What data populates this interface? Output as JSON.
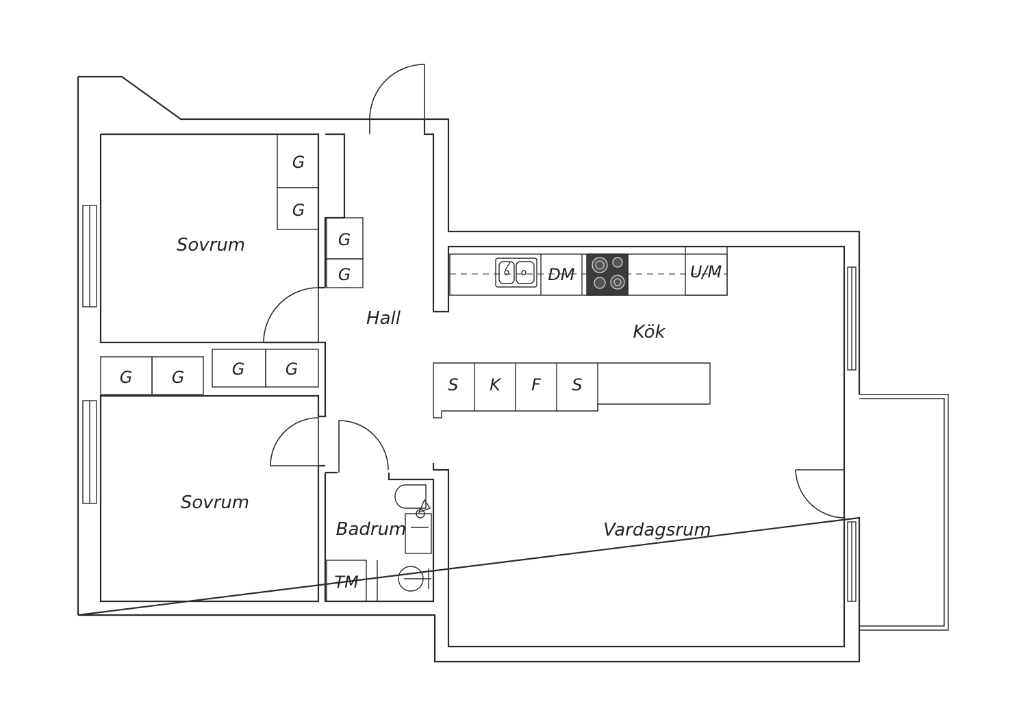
{
  "plan": {
    "rooms": {
      "sovrum_upper": "Sovrum",
      "sovrum_lower": "Sovrum",
      "hall": "Hall",
      "kok": "Kök",
      "badrum": "Badrum",
      "vardagsrum": "Vardagsrum"
    },
    "wardrobes": {
      "w1": "G",
      "w2": "G",
      "w3": "G",
      "w4": "G",
      "w5": "G",
      "w6": "G",
      "w7": "G",
      "w8": "G"
    },
    "kitchen": {
      "dishwasher": "DM",
      "oven_microwave": "U/M"
    },
    "island": {
      "s1": "S",
      "k": "K",
      "f": "F",
      "s2": "S"
    },
    "bathroom": {
      "washer": "TM"
    },
    "colors": {
      "walls": "#2a2a2a",
      "stove": "#3c3c3c",
      "background": "#ffffff"
    }
  }
}
